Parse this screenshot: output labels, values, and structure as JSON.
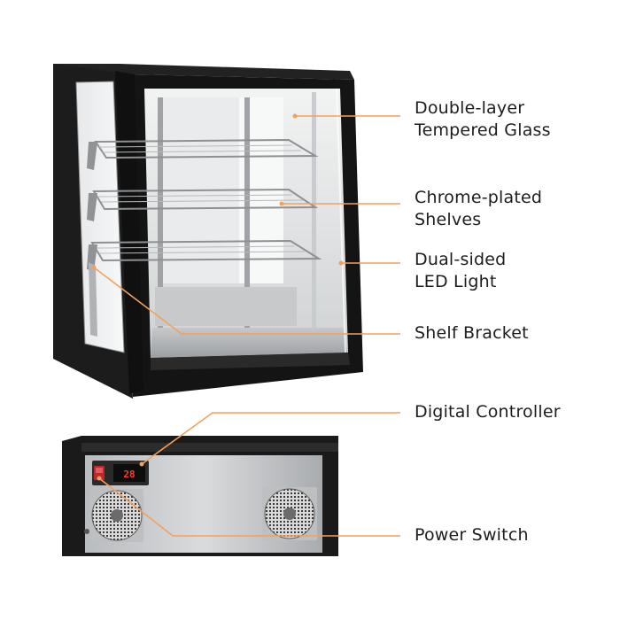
{
  "accent_color": "#f3a15a",
  "labels": {
    "glass_line1": "Double-layer",
    "glass_line2": "Tempered Glass",
    "shelves_line1": "Chrome-plated",
    "shelves_line2": "Shelves",
    "led_line1": "Dual-sided",
    "led_line2": "LED Light",
    "bracket": "Shelf Bracket",
    "controller": "Digital Controller",
    "power": "Power Switch"
  },
  "controller_display": "28"
}
